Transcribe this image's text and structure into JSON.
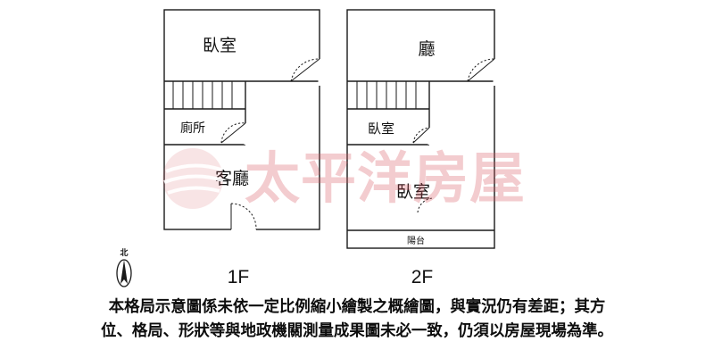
{
  "floors": [
    {
      "label": "1F",
      "rooms": [
        {
          "name": "臥室"
        },
        {
          "name": "廁所"
        },
        {
          "name": "客廳"
        }
      ]
    },
    {
      "label": "2F",
      "rooms": [
        {
          "name": "廳"
        },
        {
          "name": "臥室"
        },
        {
          "name": "臥室"
        },
        {
          "name": "陽台"
        }
      ]
    }
  ],
  "compass": {
    "label": "北"
  },
  "watermark": {
    "brand": "太平洋房屋",
    "color": "#d65660"
  },
  "disclaimer": {
    "line1": "本格局示意圖係未依一定比例縮小繪製之概繪圖，與實況仍有差距；其方",
    "line2": "位、格局、形狀等與地政機關測量成果圖未必一致，仍須以房屋現場為準。"
  }
}
